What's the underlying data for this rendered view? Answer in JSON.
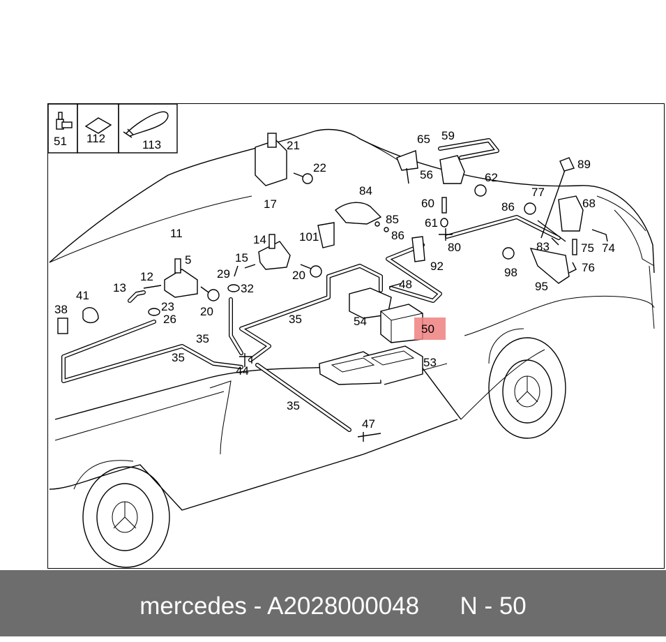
{
  "legend_parts": [
    {
      "number": "51"
    },
    {
      "number": "112"
    },
    {
      "number": "113"
    }
  ],
  "callouts": [
    "5",
    "11",
    "12",
    "13",
    "14",
    "15",
    "17",
    "20",
    "20",
    "20",
    "21",
    "22",
    "23",
    "26",
    "29",
    "32",
    "35",
    "35",
    "35",
    "35",
    "38",
    "41",
    "44",
    "47",
    "48",
    "50",
    "53",
    "54",
    "56",
    "59",
    "60",
    "61",
    "62",
    "65",
    "68",
    "74",
    "75",
    "76",
    "77",
    "80",
    "83",
    "84",
    "85",
    "86",
    "86",
    "89",
    "92",
    "95",
    "98",
    "101"
  ],
  "highlighted_callout": "50",
  "highlight_color": "#f08080",
  "footer": {
    "brand": "mercedes",
    "separator": "-",
    "part_number": "A2028000048",
    "position": "N - 50",
    "background": "#6d6d6d",
    "text_color": "#ffffff"
  }
}
